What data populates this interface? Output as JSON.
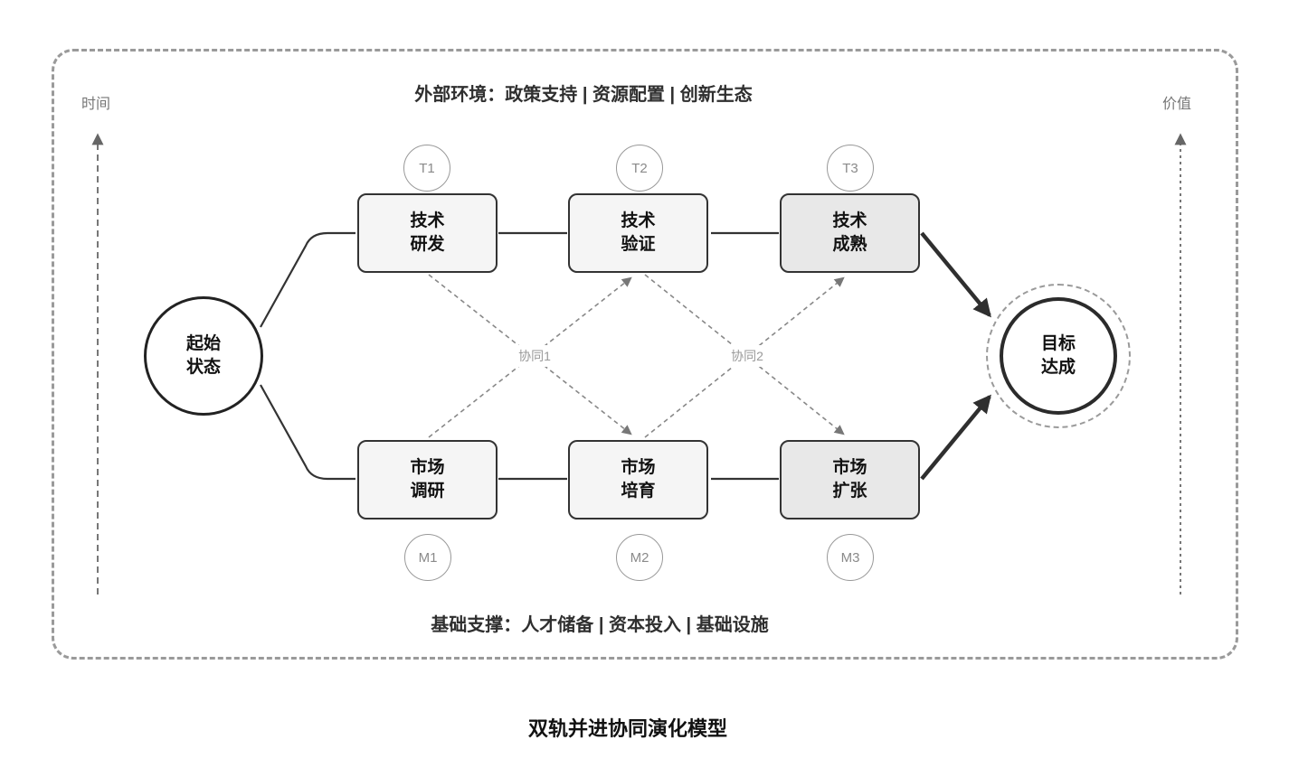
{
  "diagram": {
    "caption": "双轨并进协同演化模型",
    "environment_banner": "外部环境：政策支持 | 资源配置 | 创新生态",
    "support_banner": "基础支撑：人才储备 | 资本投入 | 基础设施",
    "time_axis_label": "时间",
    "value_axis_label": "价值",
    "start_node": {
      "label": "起始\n状态"
    },
    "goal_node": {
      "label": "目标\n达成"
    },
    "tech_track": [
      {
        "id": "T1",
        "label": "技术\n研发",
        "emphasis": false
      },
      {
        "id": "T2",
        "label": "技术\n验证",
        "emphasis": false
      },
      {
        "id": "T3",
        "label": "技术\n成熟",
        "emphasis": true
      }
    ],
    "market_track": [
      {
        "id": "M1",
        "label": "市场\n调研",
        "emphasis": false
      },
      {
        "id": "M2",
        "label": "市场\n培育",
        "emphasis": false
      },
      {
        "id": "M3",
        "label": "市场\n扩张",
        "emphasis": true
      }
    ],
    "synergy_labels": [
      "协同1",
      "协同2"
    ],
    "colors": {
      "stage_fill": "#f5f5f5",
      "stage_fill_emphasis": "#e8e8e8",
      "stage_stroke": "#333333",
      "dashed_gray": "#999999",
      "axis_gray": "#777777",
      "arrow_dark": "#2f2f2f"
    }
  }
}
